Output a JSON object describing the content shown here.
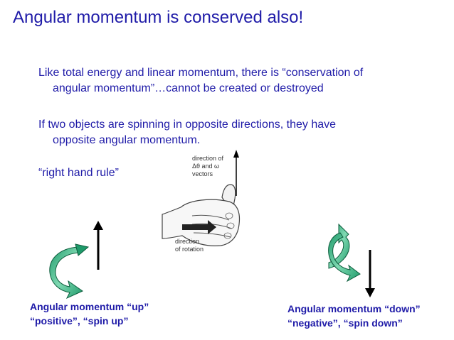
{
  "slide": {
    "title": "Angular momentum is conserved also!",
    "paragraphs": [
      {
        "line1": "Like total energy and linear momentum, there is “conservation of",
        "line2": "angular momentum”…cannot be created or destroyed"
      },
      {
        "line1": "If two objects are spinning in opposite directions, they have",
        "line2": "opposite angular momentum."
      },
      {
        "line1": "“right hand rule”"
      }
    ],
    "figure": {
      "vector_label_line1": "direction of",
      "vector_label_line2": "Δθ and ω",
      "vector_label_line3": "vectors",
      "rotation_label_line1": "direction",
      "rotation_label_line2": "of rotation"
    },
    "caption_up": {
      "line1": "Angular momentum “up”",
      "line2": "“positive”, “spin up”"
    },
    "caption_down": {
      "line1": "Angular momentum “down”",
      "line2": "“negative”, “spin down”"
    },
    "colors": {
      "text": "#1f1ba8",
      "arrow_green": "#1e9a6a",
      "arrow_green_light": "#7fd9b2",
      "vector": "#000000"
    }
  }
}
